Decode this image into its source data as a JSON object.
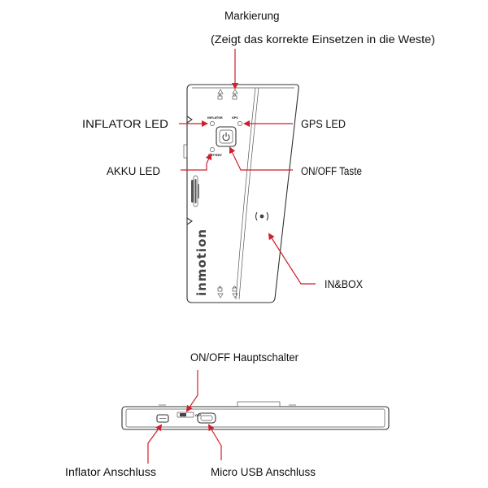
{
  "labels": {
    "markierung": "Markierung",
    "markierung_note": "(Zeigt das korrekte Einsetzen in die Weste)",
    "inflator_led": "INFLATOR LED",
    "gps_led": "GPS LED",
    "akku_led": "AKKU LED",
    "on_off_taste": "ON/OFF Taste",
    "inbox": "IN&BOX",
    "on_off_hauptschalter": "ON/OFF Hauptschalter",
    "inflator_anschluss": "Inflator Anschluss",
    "micro_usb_anschluss": "Micro USB Anschluss"
  },
  "device": {
    "brand": "inmotion",
    "inflator_tiny": "INFLATOR",
    "gps_tiny": "GPS",
    "battery_tiny": "BATTERY",
    "off_tiny": "OFF"
  },
  "colors": {
    "arrow": "#cf1f2e",
    "outline": "#333333"
  }
}
